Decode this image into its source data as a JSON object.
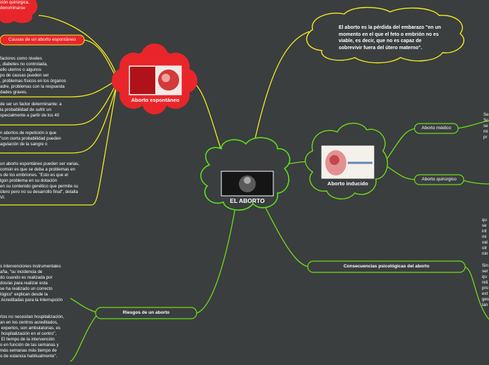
{
  "central": {
    "title": "EL ABORTO"
  },
  "definition": {
    "text": "El aborto es la pérdida del embarazo \"en un\nmomento en el que el feto o embrión no es\nviable, es decir, que no es capaz de\nsobrevivir fuera del útero materno\"."
  },
  "spontaneous": {
    "title": "Aborto espontáneo",
    "top_fragment": "ción quirúrgica,\ndenominarse",
    "causes_label": "Causas de un aborto espontáneo",
    "causes_text": "factores como niveles\n, diabetes no controlada,\nello uterino o algunos\npo de causas pueden ser\n, problemas físicos en los órganos\nadre, problemas con la respuesta\ndades graves.",
    "age_text": "de ser un factor determinante: a\nla probabilidad de sufrir un\nspecialmente a partir de los 40",
    "repeat_text": "n abortos de repetición o que\n\"con cierta probabilidad pueden\nagulación de la sangre o",
    "reasons_text": "un aborto espontáneo pueden ser varias,\ncomún es que se deba a problemas en\ns de los embriones. \"Esto es que el\nlgún problema en su dotación\nen su contenido genético que permite su\nútero pero no su desarrollo final\", detalla\nVI."
  },
  "induced": {
    "title": "Aborto inducido",
    "medical_label": "Aborto médico",
    "surgical_label": "Aborto quirúrgico",
    "medical_text": "Se\nSc\nse\nmi\npr",
    "surgical_text": "qu\nse\nint\nmi\nval\notr\nnin",
    "extra_text": "Sin\nser\nqu\nreli\npro\next\nges\nlan"
  },
  "psych": {
    "label": "Consecuencias psicológicas del aborto"
  },
  "risks": {
    "label": "Riesgos de un aborto",
    "text1": "s intervenciones instrumentales\naña, \"su incidencia de\ndo cuando es realizada por\ndos/as para realizar esta\nse ha realizado un correcto\nlógico\" explican desde la\n Acreditadas para la Interrupción",
    "text2": "rtos no necesitan hospitalización,\nan en los centros acreditados,\n expertos, son ambulatorias, es\n hospitalización en el centro\",\n El tiempo de la intervención\no en función de las semanas y\nmás semanas más tiempo de\no de estancia habitualmente\"."
  },
  "colors": {
    "background": "#3a3e3f",
    "yellow": "#f5ea1c",
    "green": "#6fdc16",
    "red": "#e8262a",
    "central_fill": "#3a3e3f",
    "central_stroke": "#5be01a"
  }
}
